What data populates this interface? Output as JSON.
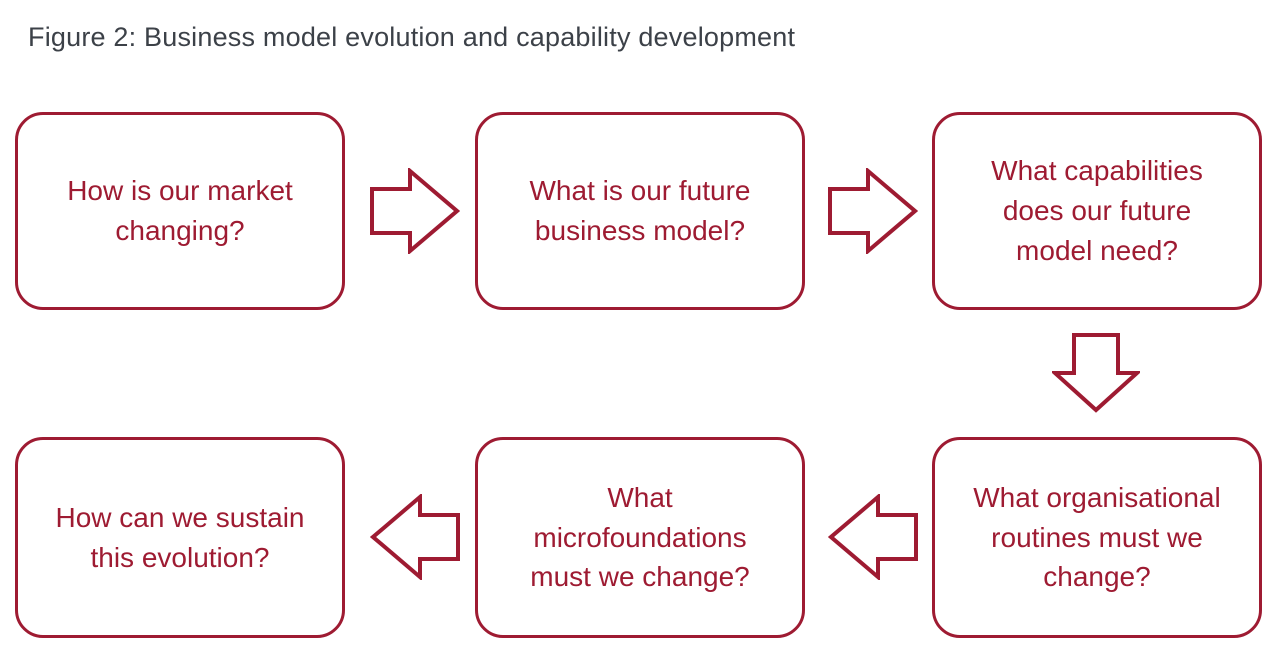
{
  "title": "Figure 2: Business model evolution and capability development",
  "colors": {
    "accent": "#9e1b32",
    "title_text": "#3c4148",
    "background": "#ffffff"
  },
  "flow": {
    "boxes": [
      {
        "id": 1,
        "label": "How is our market\nchanging?"
      },
      {
        "id": 2,
        "label": "What is our future\nbusiness model?"
      },
      {
        "id": 3,
        "label": "What capabilities\ndoes our future\nmodel need?"
      },
      {
        "id": 4,
        "label": "What organisational\nroutines must we\nchange?"
      },
      {
        "id": 5,
        "label": "What\nmicrofoundations\nmust we change?"
      },
      {
        "id": 6,
        "label": "How can we sustain\nthis evolution?"
      }
    ],
    "arrows": [
      {
        "from": 1,
        "to": 2,
        "direction": "right"
      },
      {
        "from": 2,
        "to": 3,
        "direction": "right"
      },
      {
        "from": 3,
        "to": 4,
        "direction": "down"
      },
      {
        "from": 4,
        "to": 5,
        "direction": "left"
      },
      {
        "from": 5,
        "to": 6,
        "direction": "left"
      }
    ]
  }
}
